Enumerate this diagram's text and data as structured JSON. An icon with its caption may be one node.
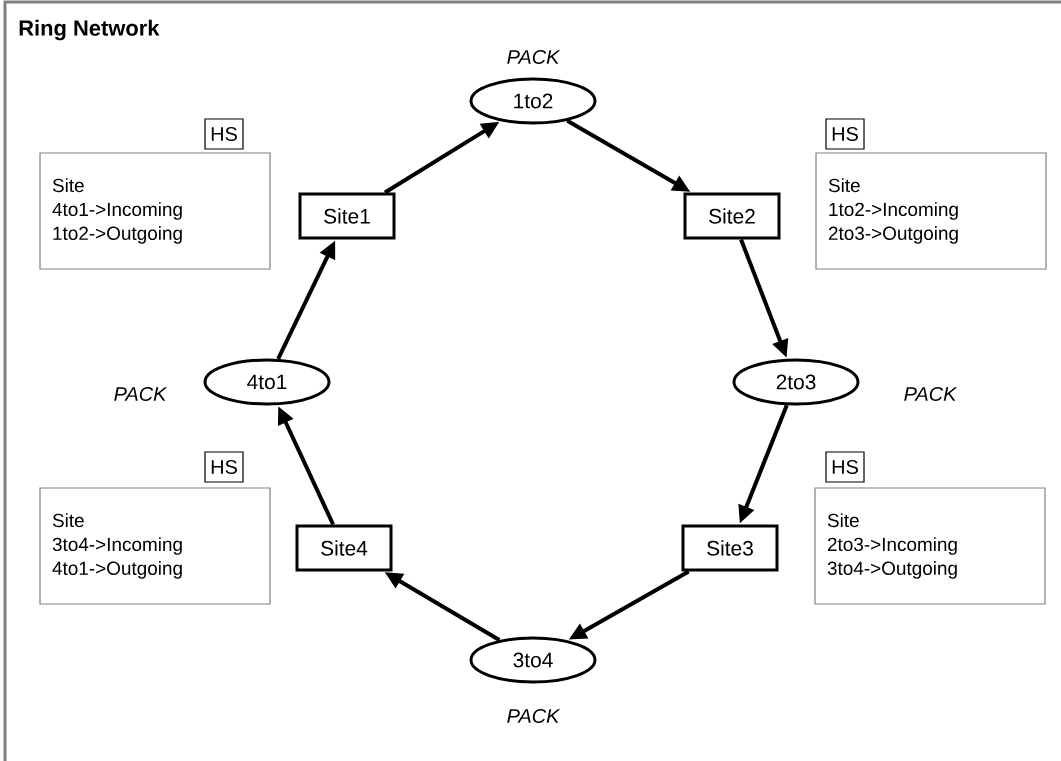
{
  "diagram": {
    "title": "Ring Network",
    "nodes": [
      {
        "text": [
          "Site1"
        ]
      },
      {
        "text": [
          "1to2"
        ],
        "beside": [
          "PACK"
        ]
      },
      {
        "text": [
          "Site2"
        ]
      },
      {
        "text": [
          "2to3"
        ],
        "beside": [
          "PACK"
        ]
      },
      {
        "text": [
          "Site3"
        ]
      },
      {
        "text": [
          "3to4"
        ],
        "beside": [
          "PACK"
        ]
      },
      {
        "text": [
          "Site4"
        ]
      },
      {
        "text": [
          "4to1"
        ],
        "beside": [
          "PACK"
        ]
      },
      {
        "text": [
          "HS"
        ]
      },
      {
        "text": [
          "Site",
          "4to1->Incoming",
          "1to2->Outgoing"
        ]
      },
      {
        "text": [
          "HS"
        ]
      },
      {
        "text": [
          "Site",
          "1to2->Incoming",
          "2to3->Outgoing"
        ]
      },
      {
        "text": [
          "HS"
        ]
      },
      {
        "text": [
          "Site",
          "2to3->Incoming",
          "3to4->Outgoing"
        ]
      },
      {
        "text": [
          "HS"
        ]
      },
      {
        "text": [
          "Site",
          "3to4->Incoming",
          "4to1->Outgoing"
        ]
      }
    ],
    "edges": [
      {
        "from": 0,
        "to": 1,
        "arrow": "to"
      },
      {
        "from": 1,
        "to": 2,
        "arrow": "to"
      },
      {
        "from": 2,
        "to": 3,
        "arrow": "to"
      },
      {
        "from": 3,
        "to": 4,
        "arrow": "to"
      },
      {
        "from": 4,
        "to": 5,
        "arrow": "to"
      },
      {
        "from": 5,
        "to": 6,
        "arrow": "to"
      },
      {
        "from": 6,
        "to": 7,
        "arrow": "to"
      },
      {
        "from": 7,
        "to": 0,
        "arrow": "to"
      }
    ]
  }
}
